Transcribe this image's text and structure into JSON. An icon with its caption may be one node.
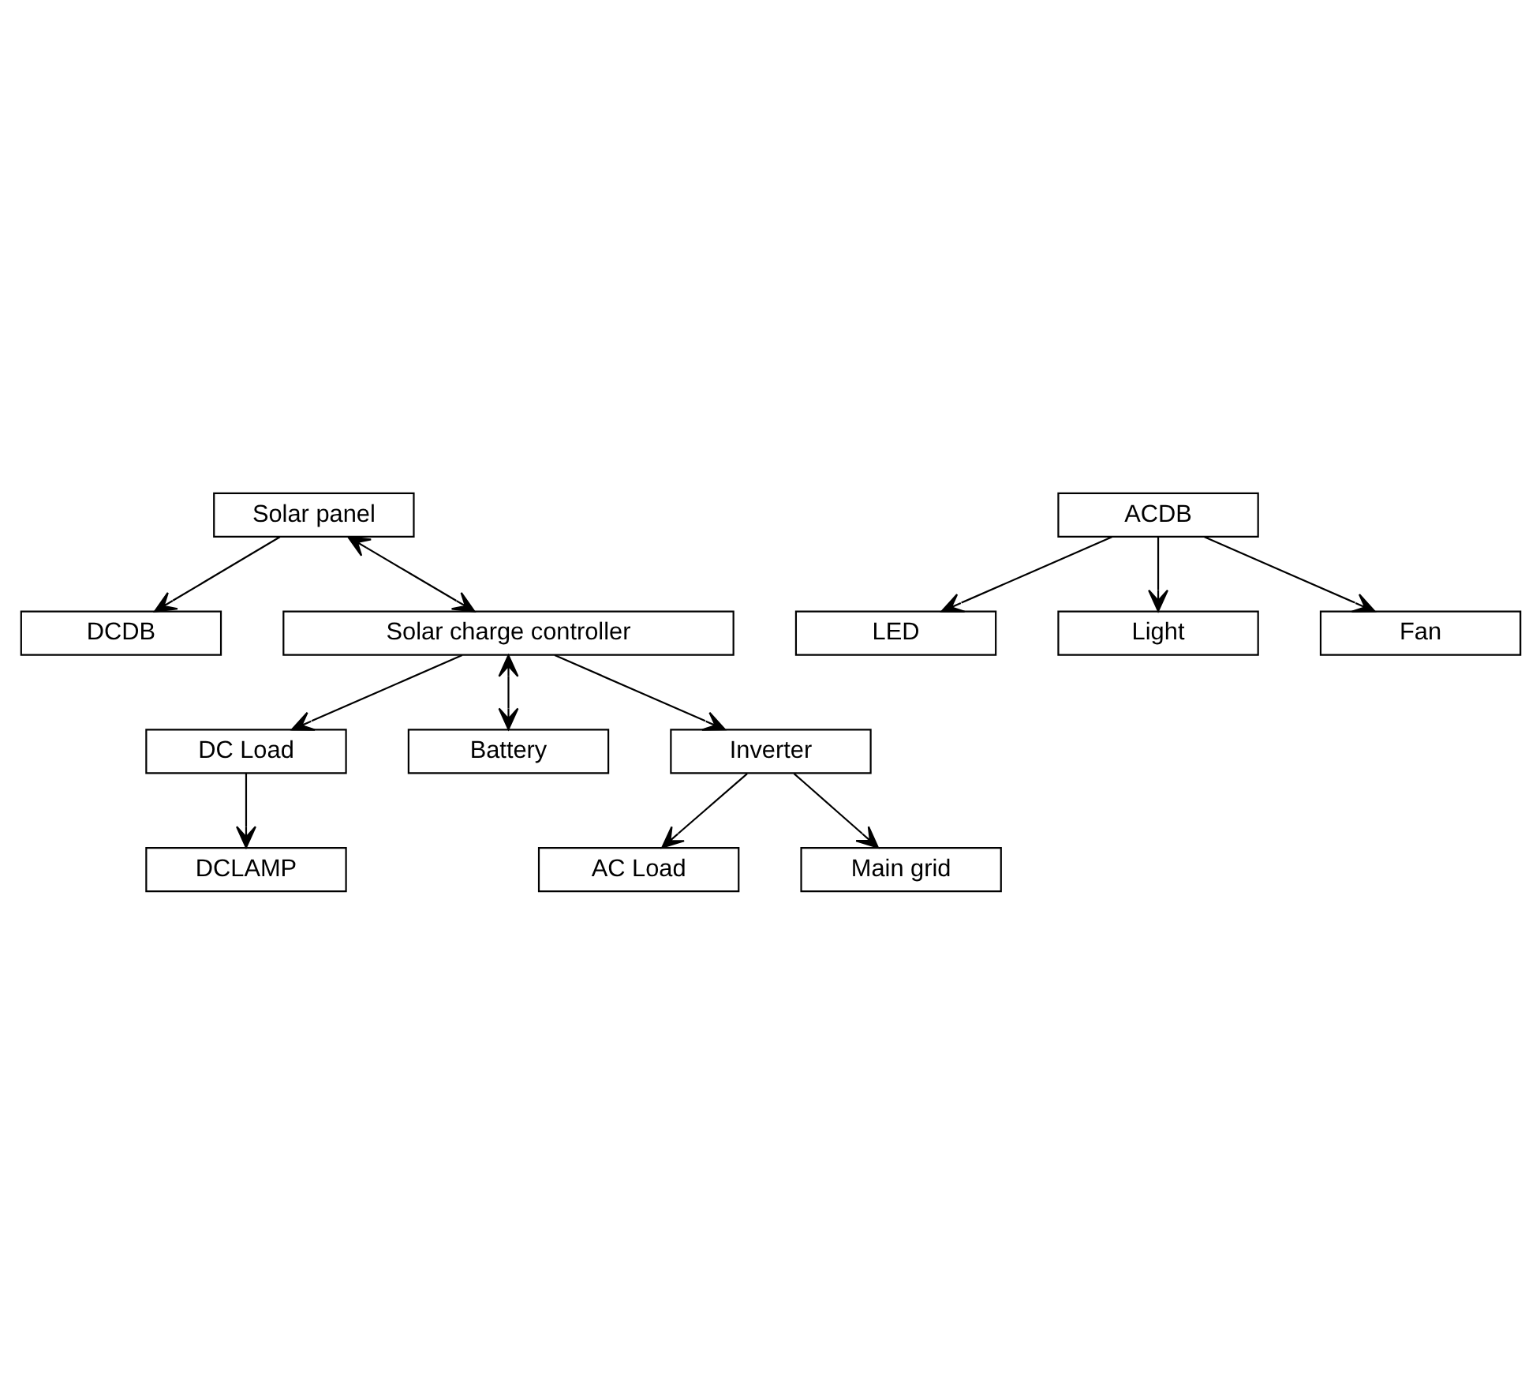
{
  "diagram": {
    "nodes": [
      {
        "text": [
          "Solar panel"
        ]
      },
      {
        "text": [
          "DCDB"
        ]
      },
      {
        "text": [
          "DCLAMP"
        ]
      },
      {
        "text": [
          "DC Load"
        ]
      },
      {
        "text": [
          "Solar charge controller"
        ]
      },
      {
        "text": [
          "Battery"
        ]
      },
      {
        "text": [
          "Inverter"
        ]
      },
      {
        "text": [
          "ACDB"
        ]
      },
      {
        "text": [
          "LED"
        ]
      },
      {
        "text": [
          "Light"
        ]
      },
      {
        "text": [
          "Fan"
        ]
      },
      {
        "text": [
          "AC Load"
        ]
      },
      {
        "text": [
          "Main grid"
        ]
      }
    ],
    "edges": [
      {
        "from": 0,
        "to": 4,
        "arrow": "both"
      },
      {
        "from": 0,
        "to": 1,
        "arrow": "to"
      },
      {
        "from": 4,
        "to": 3,
        "arrow": "to"
      },
      {
        "from": 3,
        "to": 2,
        "arrow": "to"
      },
      {
        "from": 4,
        "to": 5,
        "arrow": "both"
      },
      {
        "from": 4,
        "to": 6,
        "arrow": "to"
      },
      {
        "from": 6,
        "to": 12,
        "arrow": "to"
      },
      {
        "from": 6,
        "to": 11,
        "arrow": "to"
      },
      {
        "from": 7,
        "to": 8,
        "arrow": "to"
      },
      {
        "from": 7,
        "to": 9,
        "arrow": "to"
      },
      {
        "from": 7,
        "to": 10,
        "arrow": "to"
      }
    ]
  }
}
